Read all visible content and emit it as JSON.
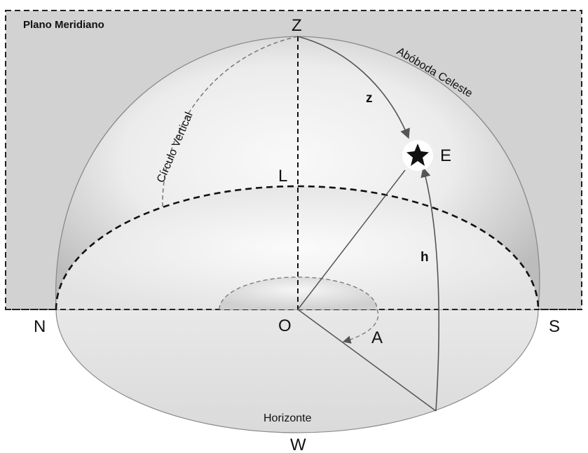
{
  "labels": {
    "plane": "Plano Meridiano",
    "zenith": "Z",
    "celestial_vault": "Abóboda Celeste",
    "vertical_circle": "Círculo Vertical",
    "zenith_distance": "z",
    "star": "E",
    "point_l": "L",
    "altitude": "h",
    "north": "N",
    "origin": "O",
    "south": "S",
    "azimuth": "A",
    "horizon": "Horizonte",
    "west": "W"
  },
  "colors": {
    "plane_fill": "#d2d2d2",
    "dome_shade": "#bdbdbd",
    "dome_light": "#f8f8f8",
    "horizon_fill": "#e4e4e4",
    "line": "#555555",
    "dashed": "#222222",
    "star": "#111111"
  },
  "icons": {
    "star": "star-icon"
  }
}
